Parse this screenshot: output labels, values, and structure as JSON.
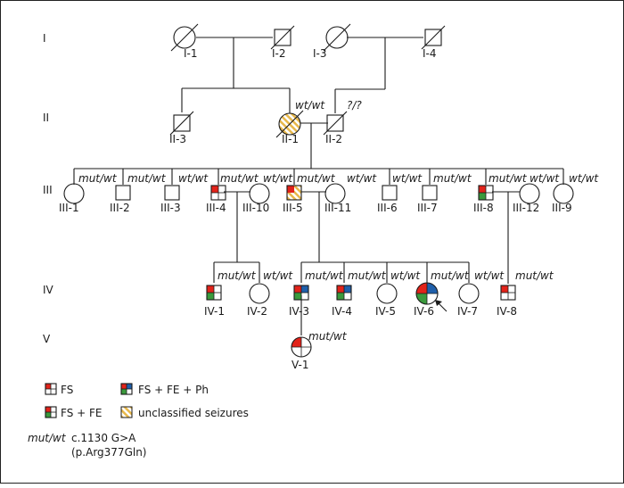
{
  "colors": {
    "red": "#e2231a",
    "green": "#3a9a3c",
    "blue": "#1f5faa",
    "yellow": "#e8b84a",
    "line": "#1a1a1a"
  },
  "generations": [
    "I",
    "II",
    "III",
    "IV",
    "V"
  ],
  "individuals": {
    "I1": "I-1",
    "I2": "I-2",
    "I3": "I-3",
    "I4": "I-4",
    "II3": "II-3",
    "II1": "II-1",
    "II2": "II-2",
    "III1": "III-1",
    "III2": "III-2",
    "III3": "III-3",
    "III4": "III-4",
    "III10": "III-10",
    "III5": "III-5",
    "III11": "III-11",
    "III6": "III-6",
    "III7": "III-7",
    "III8": "III-8",
    "III12": "III-12",
    "III9": "III-9",
    "IV1": "IV-1",
    "IV2": "IV-2",
    "IV3": "IV-3",
    "IV4": "IV-4",
    "IV5": "IV-5",
    "IV6": "IV-6",
    "IV7": "IV-7",
    "IV8": "IV-8",
    "V1": "V-1"
  },
  "genotypes": {
    "II1": "wt/wt",
    "II2": "?/?",
    "III1": "mut/wt",
    "III2": "mut/wt",
    "III3": "wt/wt",
    "III4": "mut/wt",
    "III10": "wt/wt",
    "III5": "mut/wt",
    "III11": "wt/wt",
    "III6": "wt/wt",
    "III7": "mut/wt",
    "III8": "mut/wt",
    "III12": "wt/wt",
    "III9": "wt/wt",
    "IV1": "mut/wt",
    "IV2": "wt/wt",
    "IV3": "mut/wt",
    "IV4": "mut/wt",
    "IV5": "wt/wt",
    "IV6": "mut/wt",
    "IV7": "wt/wt",
    "IV8": "mut/wt",
    "V1": "mut/wt"
  },
  "legend": {
    "fs": "FS",
    "fs_fe": "FS + FE",
    "fs_fe_ph": "FS + FE + Ph",
    "unclassified": "unclassified seizures",
    "mutation_key": "mut/wt",
    "mutation_desc_1": "c.1130 G>A",
    "mutation_desc_2": "(p.Arg377Gln)"
  }
}
